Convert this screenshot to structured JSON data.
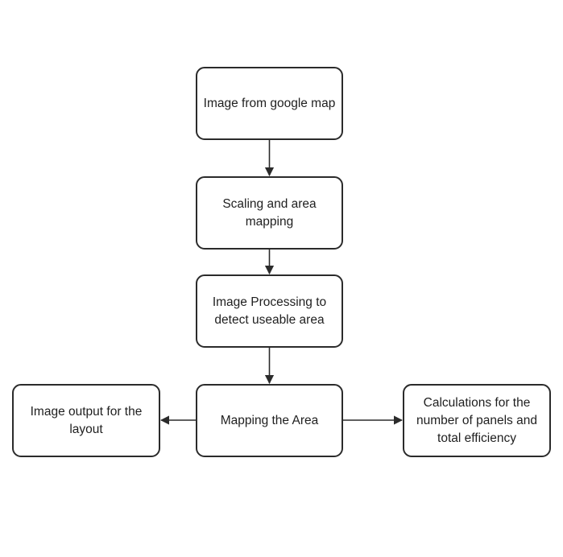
{
  "diagram": {
    "nodes": [
      {
        "id": "image-from-google-map",
        "label": "Image from google map"
      },
      {
        "id": "scaling-and-area-mapping",
        "label": "Scaling and area mapping"
      },
      {
        "id": "image-processing",
        "label": "Image Processing to detect useable area"
      },
      {
        "id": "mapping-the-area",
        "label": "Mapping the Area"
      },
      {
        "id": "image-output",
        "label": "Image output for the layout"
      },
      {
        "id": "calculations",
        "label": "Calculations for the number of panels and total efficiency"
      }
    ],
    "edges": [
      {
        "from": "image-from-google-map",
        "to": "scaling-and-area-mapping"
      },
      {
        "from": "scaling-and-area-mapping",
        "to": "image-processing"
      },
      {
        "from": "image-processing",
        "to": "mapping-the-area"
      },
      {
        "from": "mapping-the-area",
        "to": "image-output"
      },
      {
        "from": "mapping-the-area",
        "to": "calculations"
      }
    ],
    "colors": {
      "stroke": "#2b2b2b",
      "text": "#1f1f1f",
      "fill": "#ffffff"
    }
  }
}
